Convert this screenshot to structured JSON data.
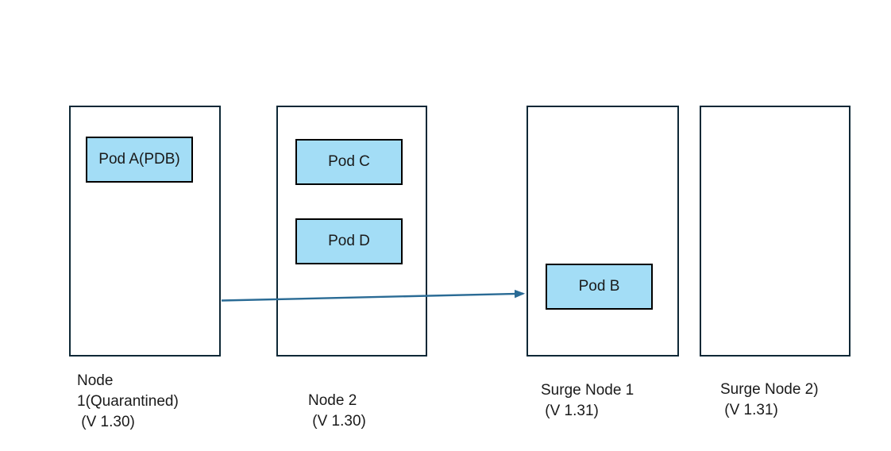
{
  "colors": {
    "node_border": "#0e2836",
    "pod_fill": "#a3ddf6",
    "pod_border": "#000000",
    "arrow_color": "#2a6b95",
    "text_color": "#1a1a1a",
    "background": "#ffffff"
  },
  "nodes": [
    {
      "name": "node-1",
      "label_lines": [
        "Node",
        "1(Quarantined)",
        " (V 1.30)"
      ],
      "pods": [
        "Pod A(PDB)"
      ]
    },
    {
      "name": "node-2",
      "label_lines": [
        "Node 2",
        " (V 1.30)"
      ],
      "pods": [
        "Pod C",
        "Pod D"
      ]
    },
    {
      "name": "surge-node-1",
      "label_lines": [
        "Surge Node 1",
        " (V 1.31)"
      ],
      "pods": [
        "Pod B"
      ]
    },
    {
      "name": "surge-node-2",
      "label_lines": [
        "Surge Node 2)",
        " (V 1.31)"
      ],
      "pods": []
    }
  ]
}
